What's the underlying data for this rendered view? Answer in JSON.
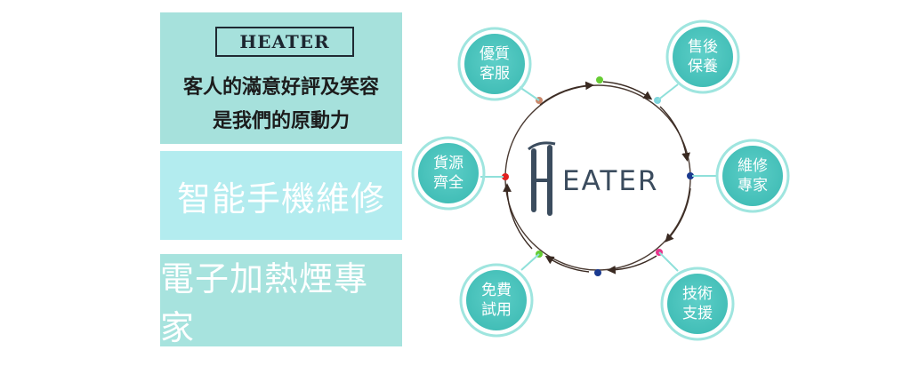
{
  "brand": {
    "name": "HEATER",
    "logo_initial": "H",
    "logo_rest": "EATER"
  },
  "slogan": {
    "line1": "客人的滿意好評及笑容",
    "line2": "是我們的原動力"
  },
  "headline_mid": "智能手機維修",
  "headline_bot": "電子加熱煙專家",
  "nodes": [
    {
      "line1": "優質",
      "line2": "客服"
    },
    {
      "line1": "售後",
      "line2": "保養"
    },
    {
      "line1": "維修",
      "line2": "專家"
    },
    {
      "line1": "技術",
      "line2": "支援"
    },
    {
      "line1": "免費",
      "line2": "試用"
    },
    {
      "line1": "貨源",
      "line2": "齊全"
    }
  ],
  "colors": {
    "panel": "#a9e4df",
    "node_fill": "#62cfc9",
    "node_ring": "#8fe0da",
    "logo": "#3b4c5e",
    "arrow": "#3a2a22",
    "dot_green": "#66cc33",
    "dot_cyan": "#7fd6de",
    "dot_navy": "#1a3a8f",
    "dot_magenta": "#e8348c",
    "dot_red": "#e02020",
    "dot_tan": "#c9876a"
  }
}
